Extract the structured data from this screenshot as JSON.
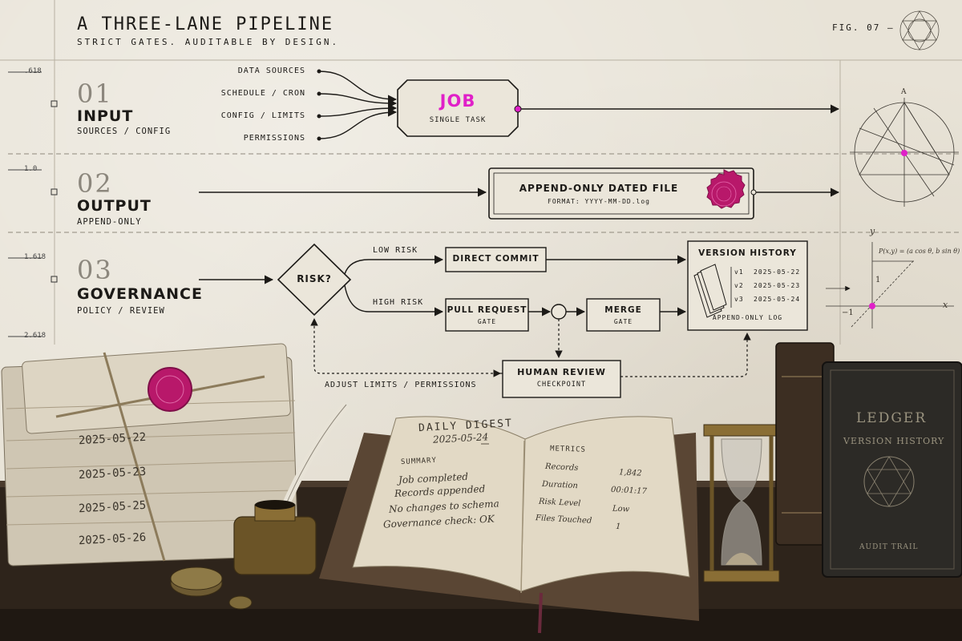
{
  "header": {
    "title": "A THREE-LANE PIPELINE",
    "subtitle": "STRICT GATES. AUDITABLE BY DESIGN.",
    "figure": "FIG. 07 —"
  },
  "ruler": {
    "labels": [
      ".618",
      "1.0",
      "1.618",
      "2.618"
    ]
  },
  "lanes": [
    {
      "number": "01",
      "title": "INPUT",
      "subtitle": "SOURCES / CONFIG"
    },
    {
      "number": "02",
      "title": "OUTPUT",
      "subtitle": "APPEND-ONLY"
    },
    {
      "number": "03",
      "title": "GOVERNANCE",
      "subtitle": "POLICY / REVIEW"
    }
  ],
  "input": {
    "sources": [
      "DATA SOURCES",
      "SCHEDULE / CRON",
      "CONFIG / LIMITS",
      "PERMISSIONS"
    ],
    "job_title": "JOB",
    "job_sub": "SINGLE TASK"
  },
  "output": {
    "file_title": "APPEND-ONLY DATED FILE",
    "file_format": "FORMAT: YYYY-MM-DD.log"
  },
  "governance": {
    "decision": "RISK?",
    "low_label": "LOW RISK",
    "high_label": "HIGH RISK",
    "direct_commit": "DIRECT COMMIT",
    "pull_request": "PULL REQUEST",
    "pull_request_sub": "GATE",
    "merge": "MERGE",
    "merge_sub": "GATE",
    "human_review": "HUMAN REVIEW",
    "human_review_sub": "CHECKPOINT",
    "adjust_label": "ADJUST LIMITS / PERMISSIONS",
    "history_title": "VERSION HISTORY",
    "versions": [
      {
        "id": "v1",
        "date": "2025-05-22"
      },
      {
        "id": "v2",
        "date": "2025-05-23"
      },
      {
        "id": "v3",
        "date": "2025-05-24"
      }
    ],
    "history_footer": "APPEND-ONLY LOG"
  },
  "geometry_panel": {
    "top_label": "A",
    "formula": "P(x,y) = (a cos θ, b sin θ)",
    "y_label": "y",
    "x_label": "x",
    "one_label": "1",
    "minus_one_label": "−1"
  },
  "still_life": {
    "bundle_dates": [
      "2025-05-22",
      "2025-05-23",
      "2025-05-25",
      "2025-05-26"
    ],
    "digest": {
      "title": "DAILY DIGEST",
      "date": "2025-05-24",
      "summary_heading": "SUMMARY",
      "summary_lines": [
        "Job completed",
        "Records appended",
        "No changes to schema",
        "Governance check: OK"
      ],
      "metrics_heading": "METRICS",
      "metrics": [
        {
          "label": "Records",
          "value": "1,842"
        },
        {
          "label": "Duration",
          "value": "00:01:17"
        },
        {
          "label": "Risk Level",
          "value": "Low"
        },
        {
          "label": "Files Touched",
          "value": "1"
        }
      ]
    },
    "ledger": {
      "title": "LEDGER",
      "subtitle": "VERSION HISTORY",
      "footer": "AUDIT TRAIL"
    }
  },
  "colors": {
    "accent": "#e020c8",
    "wax": "#b8186a",
    "ink": "#1c1a17",
    "paper": "#e8e3d7"
  }
}
